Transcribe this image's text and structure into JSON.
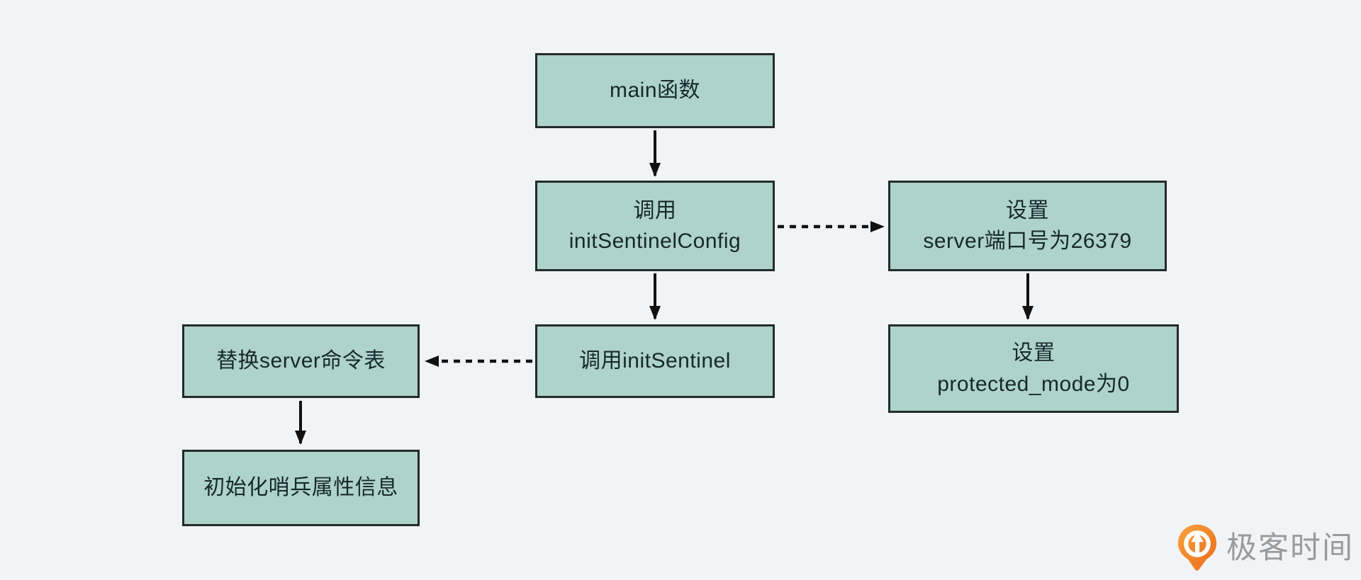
{
  "diagram": {
    "nodes": {
      "main": {
        "line1": "main函数",
        "line2": ""
      },
      "init_sentinel_config": {
        "line1": "调用",
        "line2": "initSentinelConfig"
      },
      "set_server_port": {
        "line1": "设置",
        "line2": "server端口号为26379"
      },
      "call_init_sentinel": {
        "line1": "调用initSentinel",
        "line2": ""
      },
      "set_protected_mode": {
        "line1": "设置",
        "line2": "protected_mode为0"
      },
      "replace_command_table": {
        "line1": "替换server命令表",
        "line2": ""
      },
      "init_sentinel_state": {
        "line1": "初始化哨兵属性信息",
        "line2": ""
      }
    },
    "edges": [
      {
        "from": "main",
        "to": "init_sentinel_config",
        "style": "solid",
        "direction": "down"
      },
      {
        "from": "init_sentinel_config",
        "to": "set_server_port",
        "style": "dashed",
        "direction": "right"
      },
      {
        "from": "set_server_port",
        "to": "set_protected_mode",
        "style": "solid",
        "direction": "down"
      },
      {
        "from": "init_sentinel_config",
        "to": "call_init_sentinel",
        "style": "solid",
        "direction": "down"
      },
      {
        "from": "call_init_sentinel",
        "to": "replace_command_table",
        "style": "dashed",
        "direction": "left"
      },
      {
        "from": "replace_command_table",
        "to": "init_sentinel_state",
        "style": "solid",
        "direction": "down"
      }
    ]
  },
  "footer": {
    "brand": "极客时间"
  },
  "colors": {
    "background": "#f1f4f6",
    "node_fill": "#aed2cc",
    "node_border": "#232b2b",
    "node_text": "#17282c",
    "arrow_color": "#111111",
    "brand_text_color": "#9a9a9a",
    "logo_orange_light": "#f9a13d",
    "logo_orange_dark": "#ec6c1a"
  }
}
